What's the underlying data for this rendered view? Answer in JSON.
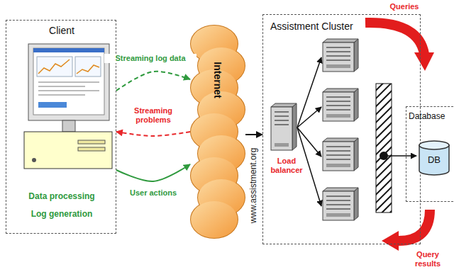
{
  "diagram": {
    "nodes": [
      {
        "text": [
          "Client",
          "Data processing Log generation"
        ]
      },
      {
        "text": [
          "Internet"
        ]
      },
      {
        "text": [
          "Assistment Cluster"
        ]
      },
      {
        "text": [
          "Load balancer"
        ],
        "in": 2
      },
      {
        "text": [
          "Database"
        ]
      },
      {
        "text": [
          "DB"
        ],
        "in": 4
      }
    ],
    "edges": [
      {
        "from": 0,
        "to": 1,
        "arrow": "to",
        "label": "Streaming log data"
      },
      {
        "from": 1,
        "to": 0,
        "arrow": "to",
        "label": "Streaming problems"
      },
      {
        "from": 0,
        "to": 1,
        "arrow": "to",
        "label": "User actions"
      },
      {
        "from": 1,
        "to": 2,
        "arrow": "to"
      }
    ],
    "labels": [
      "www.assistment.org",
      "Queries",
      "Query results"
    ]
  }
}
